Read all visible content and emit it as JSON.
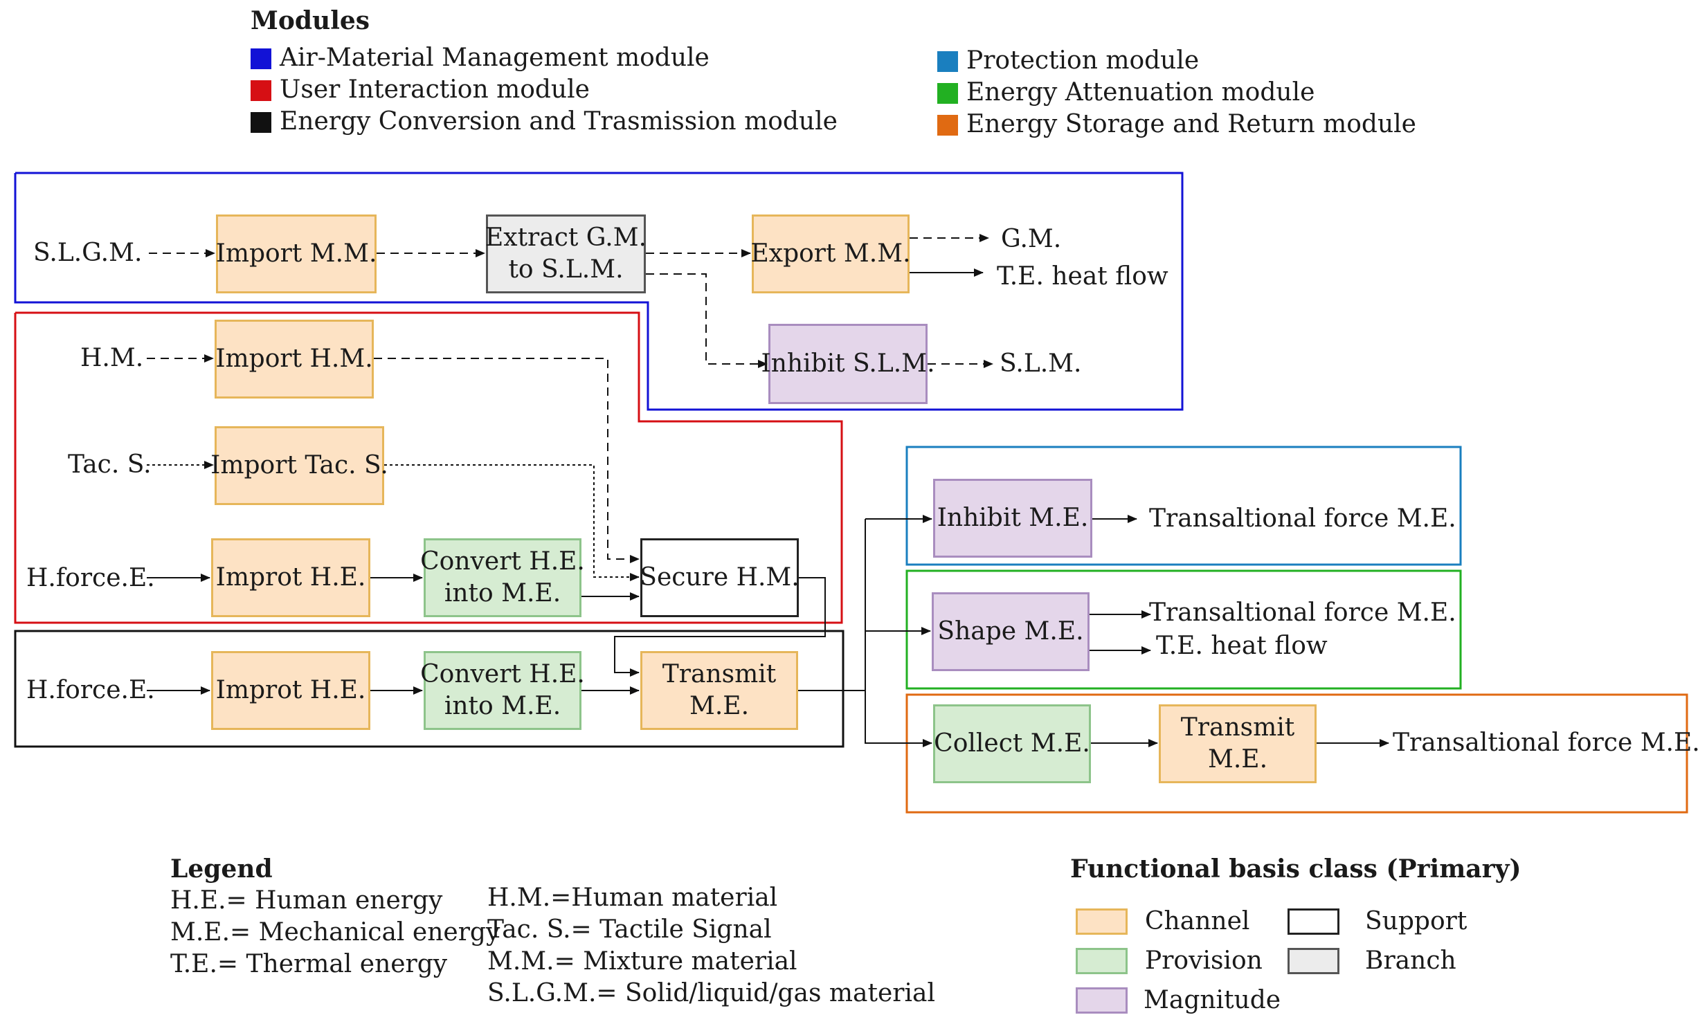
{
  "modules": {
    "title": "Modules",
    "items": [
      {
        "label": "Air-Material Management module",
        "color": "#1212d6"
      },
      {
        "label": "User Interaction module",
        "color": "#d60f14"
      },
      {
        "label": "Energy Conversion and Trasmission module",
        "color": "#111111"
      },
      {
        "label": "Protection module",
        "color": "#1a7fbf"
      },
      {
        "label": "Energy Attenuation module",
        "color": "#22b022"
      },
      {
        "label": "Energy Storage and Return module",
        "color": "#e06a12"
      }
    ]
  },
  "nodes": {
    "import_mm": {
      "lines": [
        "Import M.M."
      ],
      "class": "channel"
    },
    "extract_gm": {
      "lines": [
        "Extract G.M.",
        "to S.L.M."
      ],
      "class": "branch"
    },
    "export_mm": {
      "lines": [
        "Export M.M."
      ],
      "class": "channel"
    },
    "inhibit_slm": {
      "lines": [
        "Inhibit S.L.M."
      ],
      "class": "magnitude"
    },
    "import_hm": {
      "lines": [
        "Import H.M."
      ],
      "class": "channel"
    },
    "import_tac": {
      "lines": [
        "Import Tac. S."
      ],
      "class": "channel"
    },
    "improt_he_1": {
      "lines": [
        "Improt H.E."
      ],
      "class": "channel"
    },
    "convert_he_1": {
      "lines": [
        "Convert H.E.",
        "into M.E."
      ],
      "class": "provision"
    },
    "secure_hm": {
      "lines": [
        "Secure H.M."
      ],
      "class": "support"
    },
    "improt_he_2": {
      "lines": [
        "Improt H.E."
      ],
      "class": "channel"
    },
    "convert_he_2": {
      "lines": [
        "Convert H.E.",
        "into M.E."
      ],
      "class": "provision"
    },
    "transmit_me_1": {
      "lines": [
        "Transmit",
        "M.E."
      ],
      "class": "channel"
    },
    "inhibit_me": {
      "lines": [
        "Inhibit M.E."
      ],
      "class": "magnitude"
    },
    "shape_me": {
      "lines": [
        "Shape M.E."
      ],
      "class": "magnitude"
    },
    "collect_me": {
      "lines": [
        "Collect M.E."
      ],
      "class": "provision"
    },
    "transmit_me_2": {
      "lines": [
        "Transmit",
        "M.E."
      ],
      "class": "channel"
    }
  },
  "flows": {
    "in_slgm": "S.L.G.M.",
    "out_gm": "G.M.",
    "out_te_1": "T.E. heat flow",
    "out_slm": "S.L.M.",
    "in_hm": "H.M.",
    "in_tac": "Tac. S.",
    "in_hforce_1": "H.force.E.",
    "in_hforce_2": "H.force.E.",
    "out_force_1": "Transaltional force M.E.",
    "out_force_2": "Transaltional force M.E.",
    "out_te_2": "T.E. heat flow",
    "out_force_3": "Transaltional force M.E."
  },
  "legend": {
    "title": "Legend",
    "col1": [
      "H.E.= Human energy",
      "M.E.= Mechanical energy",
      "T.E.= Thermal energy"
    ],
    "col2": [
      "H.M.=Human material",
      "Tac. S.= Tactile Signal",
      "M.M.= Mixture material",
      "S.L.G.M.= Solid/liquid/gas material"
    ]
  },
  "basis": {
    "title": "Functional basis class (Primary)",
    "items": [
      {
        "label": "Channel",
        "fill": "#fde2c4",
        "stroke": "#e6b65a"
      },
      {
        "label": "Provision",
        "fill": "#d6ecd2",
        "stroke": "#8dc48a"
      },
      {
        "label": "Magnitude",
        "fill": "#e4d6ea",
        "stroke": "#a98dbf"
      },
      {
        "label": "Support",
        "fill": "#ffffff",
        "stroke": "#222222"
      },
      {
        "label": "Branch",
        "fill": "#ececec",
        "stroke": "#555555"
      }
    ]
  }
}
